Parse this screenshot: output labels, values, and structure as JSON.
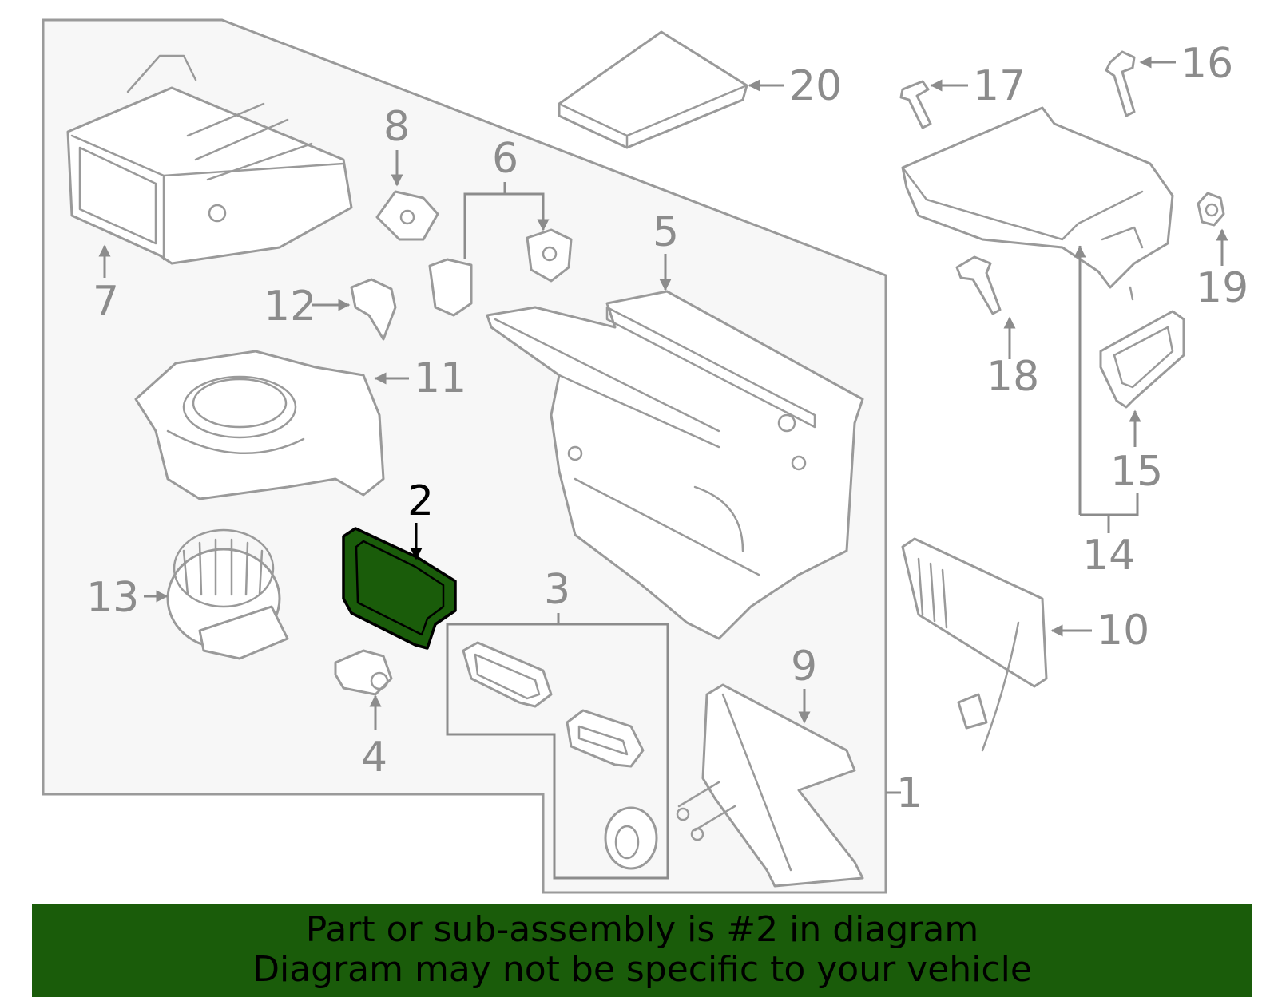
{
  "callouts": {
    "c1": "1",
    "c2": "2",
    "c3": "3",
    "c4": "4",
    "c5": "5",
    "c6": "6",
    "c7": "7",
    "c8": "8",
    "c9": "9",
    "c10": "10",
    "c11": "11",
    "c12": "12",
    "c13": "13",
    "c14": "14",
    "c15": "15",
    "c16": "16",
    "c17": "17",
    "c18": "18",
    "c19": "19",
    "c20": "20"
  },
  "highlight": {
    "part": "2",
    "color": "#1a5c0a"
  },
  "banner": {
    "line1": "Part or sub-assembly is #2 in diagram",
    "line2": "Diagram may not be specific to your vehicle",
    "color": "#1a5c0a"
  }
}
